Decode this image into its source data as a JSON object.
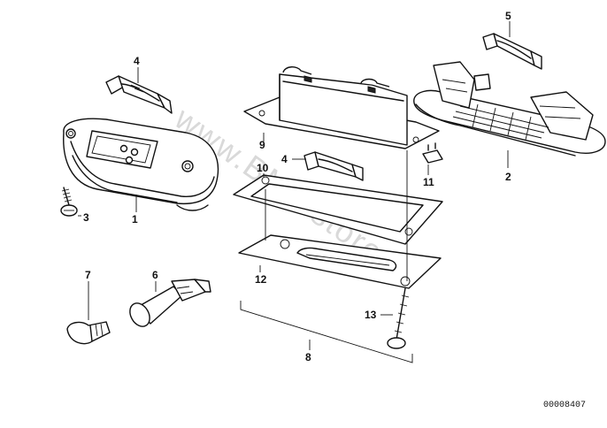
{
  "watermark": "www.BMWstore.pl",
  "document_id": "00008407",
  "callouts": {
    "c1": "1",
    "c2": "2",
    "c3": "3",
    "c4a": "4",
    "c4b": "4",
    "c5": "5",
    "c6": "6",
    "c7": "7",
    "c8": "8",
    "c9": "9",
    "c10": "10",
    "c11": "11",
    "c12": "12",
    "c13": "13"
  }
}
